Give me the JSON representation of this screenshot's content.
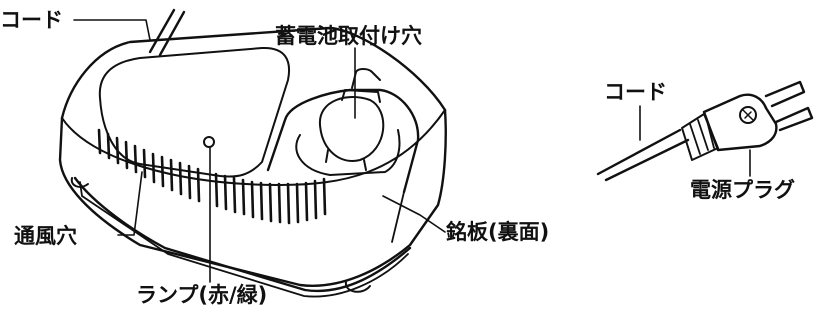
{
  "labels": {
    "cord_left": "コード",
    "battery_hole": "蓄電池取付け穴",
    "cord_right": "コード",
    "power_plug": "電源プラグ",
    "nameplate": "銘板(裏面)",
    "vent": "通風穴",
    "lamp": "ランプ(赤/緑)"
  }
}
